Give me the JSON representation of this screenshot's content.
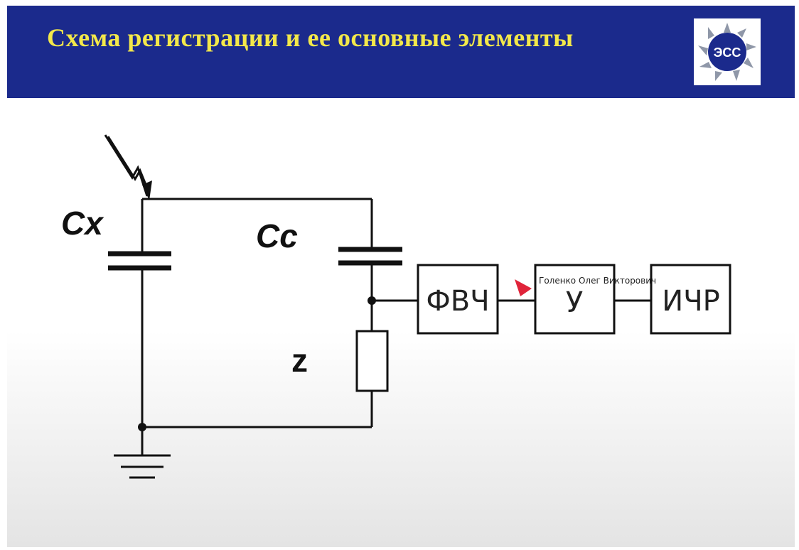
{
  "slide": {
    "title": "Схема регистрации и ее основные элементы",
    "logo_text": "ЭСС",
    "logo_icon": "sun-ring-logo-icon"
  },
  "diagram": {
    "labels": {
      "cx": "Cx",
      "cc": "Cc",
      "z": "z"
    },
    "blocks": {
      "fvch": "ФВЧ",
      "u": "У",
      "ichr": "ИЧР"
    },
    "icons": {
      "lightning": "lightning-arrow-icon",
      "ground": "ground-icon",
      "pointer": "pointer-cursor-icon"
    }
  },
  "overlay": {
    "presenter_name": "Голенко Олег Викторович",
    "cursor_color": "#e0243a"
  }
}
